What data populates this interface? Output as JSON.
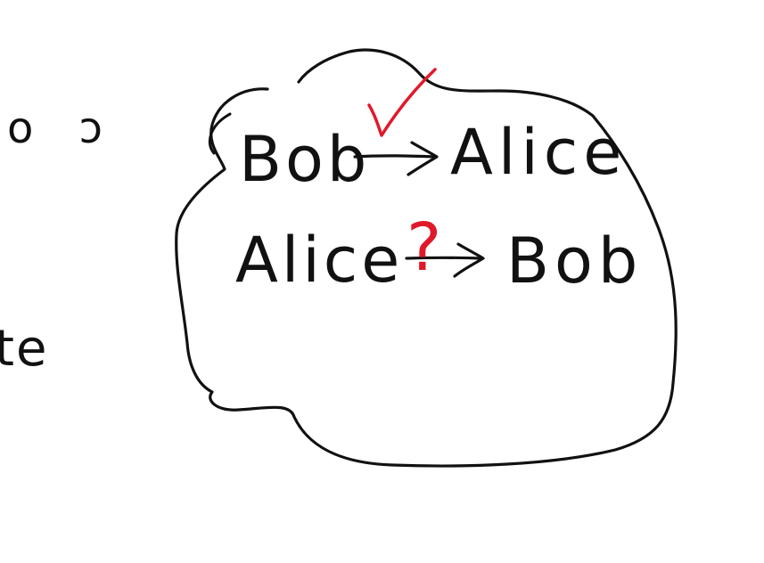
{
  "canvas": {
    "background": "#ffffff",
    "ink_color": "#111111",
    "annotation_color": "#e0192a"
  },
  "left_fragments": {
    "top_text": "o  ɔ",
    "bottom_text": "te"
  },
  "cloud": {
    "line1": {
      "from": "Bob",
      "to": "Alice",
      "annotation": "check-icon"
    },
    "line2": {
      "from": "Alice",
      "to": "Bob",
      "annotation": "?"
    }
  }
}
